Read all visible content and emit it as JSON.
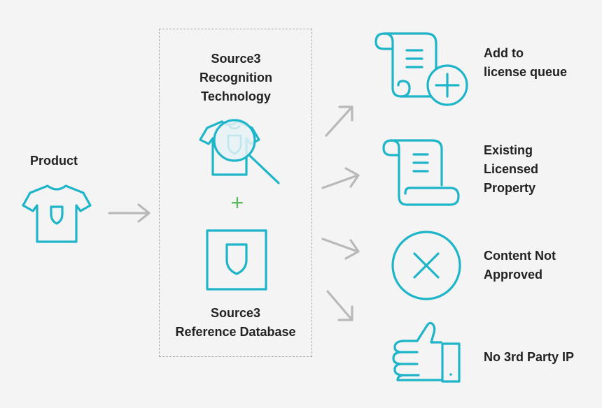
{
  "diagram": {
    "input_label": "Product",
    "recognition_label": "Source3\nRecognition\nTechnology",
    "plus_sign": "+",
    "database_label": "Source3\nReference Database",
    "outcomes": [
      {
        "label": "Add to\nlicense queue",
        "icon": "scroll-plus-icon"
      },
      {
        "label": "Existing\nLicensed\nProperty",
        "icon": "scroll-icon"
      },
      {
        "label": "Content Not\nApproved",
        "icon": "circle-x-icon"
      },
      {
        "label": "No 3rd Party IP",
        "icon": "thumbs-up-icon"
      }
    ],
    "colors": {
      "icon": "#1fb5c9",
      "arrow": "#b9b9b9",
      "plus": "#5bb85d",
      "background": "#f4f4f4"
    }
  }
}
